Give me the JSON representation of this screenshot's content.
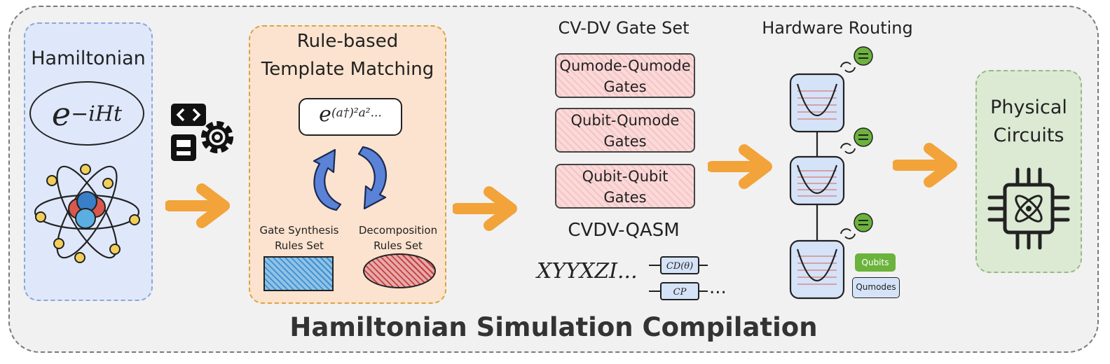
{
  "title": "Hamiltonian Simulation Compilation",
  "hamiltonian": {
    "label": "Hamiltonian",
    "formula_base": "e",
    "formula_exp": "−iHt"
  },
  "rule_panel": {
    "title_line1": "Rule-based",
    "title_line2": "Template Matching",
    "formula_base": "e",
    "formula_exp": "(a†)²a²...",
    "left_rules_line1": "Gate Synthesis",
    "left_rules_line2": "Rules Set",
    "right_rules_line1": "Decomposition",
    "right_rules_line2": "Rules Set"
  },
  "gate_set": {
    "title": "CV-DV Gate Set",
    "gates": [
      {
        "line1": "Qumode-Qumode",
        "line2": "Gates"
      },
      {
        "line1": "Qubit-Qumode",
        "line2": "Gates"
      },
      {
        "line1": "Qubit-Qubit",
        "line2": "Gates"
      }
    ],
    "qasm_label": "CVDV-QASM",
    "pauli_string": "XYYXZI...",
    "op1": "CD(θ)",
    "op2": "CP",
    "trailing": "..."
  },
  "routing": {
    "title": "Hardware Routing",
    "legend_qubits": "Qubits",
    "legend_qumodes": "Qumodes"
  },
  "physical": {
    "line1": "Physical",
    "line2": "Circuits"
  },
  "colors": {
    "arrow": "#f2a33a",
    "qubit_green": "#6bb33c",
    "qumode_blue": "#d5e3f8",
    "cycle_blue": "#5a82d6"
  }
}
